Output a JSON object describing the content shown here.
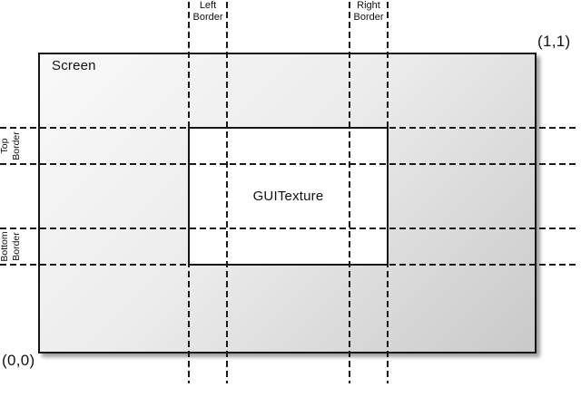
{
  "diagram": {
    "screen_label": "Screen",
    "texture_label": "GUITexture",
    "coordinates": {
      "origin": "(0,0)",
      "top_right": "(1,1)"
    },
    "borders": {
      "left": {
        "line1": "Left",
        "line2": "Border"
      },
      "right": {
        "line1": "Right",
        "line2": "Border"
      },
      "top": {
        "line1": "Top",
        "line2": "Border"
      },
      "bottom": {
        "line1": "Bottom",
        "line2": "Border"
      }
    },
    "colors": {
      "line": "#1a1a1a",
      "screen_gradient_start": "#f9f9f9",
      "screen_gradient_end": "#c9c9c9",
      "texture_fill": "#ffffff",
      "background": "#ffffff"
    }
  }
}
